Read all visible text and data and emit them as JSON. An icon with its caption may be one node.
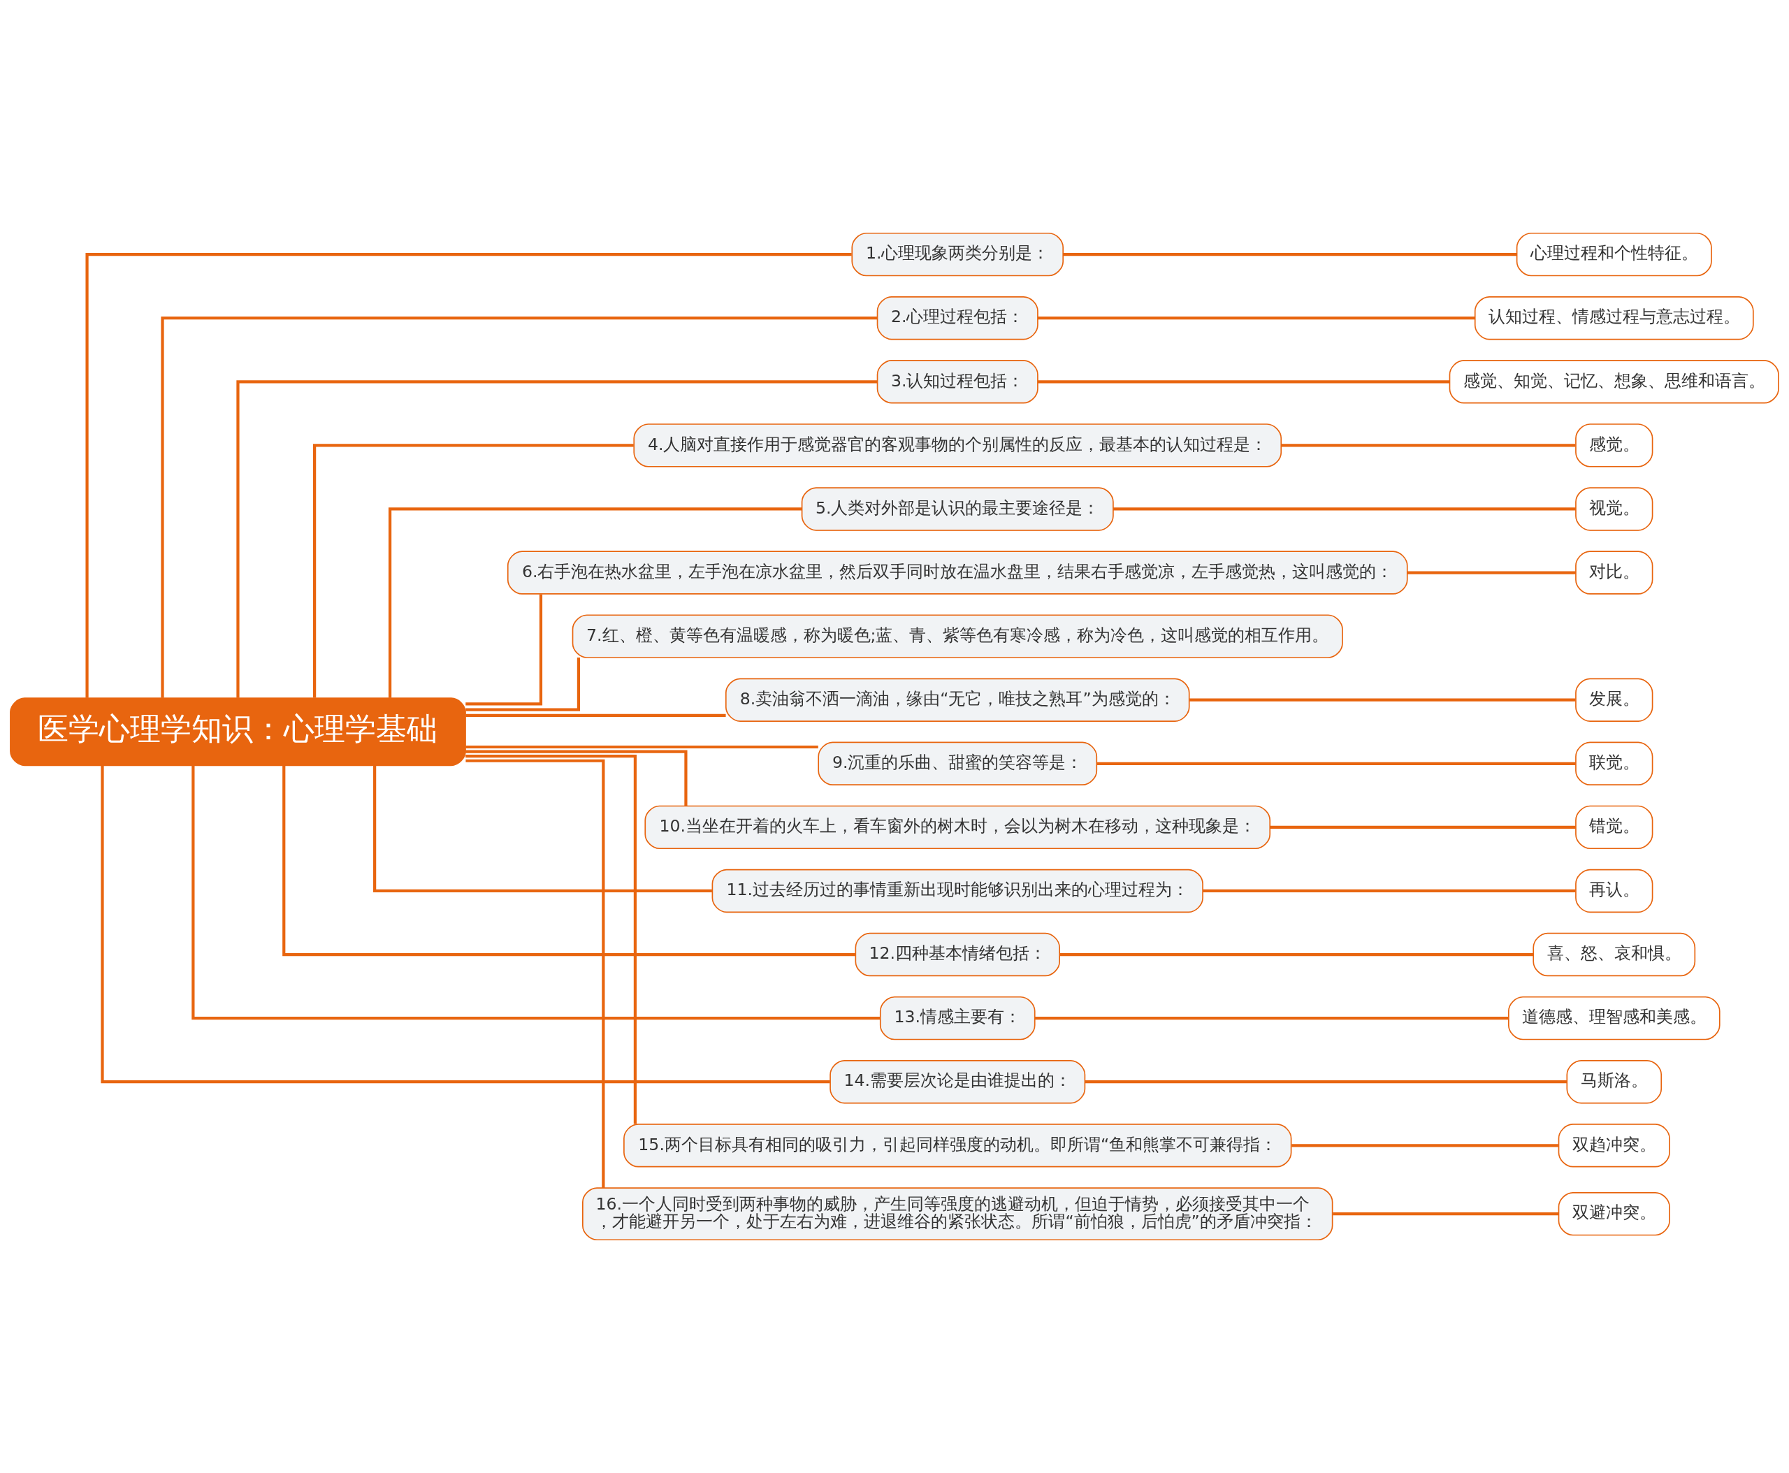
{
  "diagram": {
    "nodes": [
      {
        "text": [
          "医学心理学知识：心理学基础"
        ]
      },
      {
        "text": [
          "1.心理现象两类分别是："
        ]
      },
      {
        "text": [
          "心理过程和个性特征。"
        ]
      },
      {
        "text": [
          "2.心理过程包括："
        ]
      },
      {
        "text": [
          "认知过程、情感过程与意志过程。"
        ]
      },
      {
        "text": [
          "3.认知过程包括："
        ]
      },
      {
        "text": [
          "感觉、知觉、记忆、想象、思维和语言。"
        ]
      },
      {
        "text": [
          "4.人脑对直接作用于感觉器官的客观事物的个别属性的反应，最基本的认知过程是："
        ]
      },
      {
        "text": [
          "感觉。"
        ]
      },
      {
        "text": [
          "5.人类对外部是认识的最主要途径是："
        ]
      },
      {
        "text": [
          "视觉。"
        ]
      },
      {
        "text": [
          "6.右手泡在热水盆里，左手泡在凉水盆里，然后双手同时放在温水盘里，结果右手感觉凉，左手感觉热，这叫感觉的："
        ]
      },
      {
        "text": [
          "对比。"
        ]
      },
      {
        "text": [
          "7.红、橙、黄等色有温暖感，称为暖色;蓝、青、紫等色有寒冷感，称为冷色，这叫感觉的相互作用。"
        ]
      },
      {
        "text": [
          "8.卖油翁不洒一滴油，缘由“无它，唯技之熟耳”为感觉的："
        ]
      },
      {
        "text": [
          "发展。"
        ]
      },
      {
        "text": [
          "9.沉重的乐曲、甜蜜的笑容等是："
        ]
      },
      {
        "text": [
          "联觉。"
        ]
      },
      {
        "text": [
          "10.当坐在开着的火车上，看车窗外的树木时，会以为树木在移动，这种现象是："
        ]
      },
      {
        "text": [
          "错觉。"
        ]
      },
      {
        "text": [
          "11.过去经历过的事情重新出现时能够识别出来的心理过程为："
        ]
      },
      {
        "text": [
          "再认。"
        ]
      },
      {
        "text": [
          "12.四种基本情绪包括："
        ]
      },
      {
        "text": [
          "喜、怒、哀和惧。"
        ]
      },
      {
        "text": [
          "13.情感主要有："
        ]
      },
      {
        "text": [
          "道德感、理智感和美感。"
        ]
      },
      {
        "text": [
          "14.需要层次论是由谁提出的："
        ]
      },
      {
        "text": [
          "马斯洛。"
        ]
      },
      {
        "text": [
          "15.两个目标具有相同的吸引力，引起同样强度的动机。即所谓“鱼和熊掌不可兼得指："
        ]
      },
      {
        "text": [
          "双趋冲突。"
        ]
      },
      {
        "text": [
          "16.一个人同时受到两种事物的威胁，产生同等强度的逃避动机，但迫于情势，必须接受其中一个，才能避开另一个，处于左右为难，进退维谷的紧张状态。所谓“前怕狼，后怕虎”的矛盾冲突指："
        ]
      },
      {
        "text": [
          "双避冲突。"
        ]
      }
    ],
    "edges": [
      {
        "from": 0,
        "to": 1,
        "arrow": "none"
      },
      {
        "from": 1,
        "to": 2,
        "arrow": "none"
      },
      {
        "from": 0,
        "to": 3,
        "arrow": "none"
      },
      {
        "from": 3,
        "to": 4,
        "arrow": "none"
      },
      {
        "from": 0,
        "to": 5,
        "arrow": "none"
      },
      {
        "from": 5,
        "to": 6,
        "arrow": "none"
      },
      {
        "from": 0,
        "to": 7,
        "arrow": "none"
      },
      {
        "from": 7,
        "to": 8,
        "arrow": "none"
      },
      {
        "from": 0,
        "to": 9,
        "arrow": "none"
      },
      {
        "from": 9,
        "to": 10,
        "arrow": "none"
      },
      {
        "from": 0,
        "to": 11,
        "arrow": "none"
      },
      {
        "from": 11,
        "to": 12,
        "arrow": "none"
      },
      {
        "from": 0,
        "to": 13,
        "arrow": "none"
      },
      {
        "from": 0,
        "to": 14,
        "arrow": "none"
      },
      {
        "from": 14,
        "to": 15,
        "arrow": "none"
      },
      {
        "from": 0,
        "to": 16,
        "arrow": "none"
      },
      {
        "from": 16,
        "to": 17,
        "arrow": "none"
      },
      {
        "from": 0,
        "to": 18,
        "arrow": "none"
      },
      {
        "from": 18,
        "to": 19,
        "arrow": "none"
      },
      {
        "from": 0,
        "to": 20,
        "arrow": "none"
      },
      {
        "from": 20,
        "to": 21,
        "arrow": "none"
      },
      {
        "from": 0,
        "to": 22,
        "arrow": "none"
      },
      {
        "from": 22,
        "to": 23,
        "arrow": "none"
      },
      {
        "from": 0,
        "to": 24,
        "arrow": "none"
      },
      {
        "from": 24,
        "to": 25,
        "arrow": "none"
      },
      {
        "from": 0,
        "to": 26,
        "arrow": "none"
      },
      {
        "from": 26,
        "to": 27,
        "arrow": "none"
      },
      {
        "from": 0,
        "to": 28,
        "arrow": "none"
      },
      {
        "from": 28,
        "to": 29,
        "arrow": "none"
      },
      {
        "from": 0,
        "to": 30,
        "arrow": "none"
      },
      {
        "from": 30,
        "to": 31,
        "arrow": "none"
      }
    ]
  }
}
